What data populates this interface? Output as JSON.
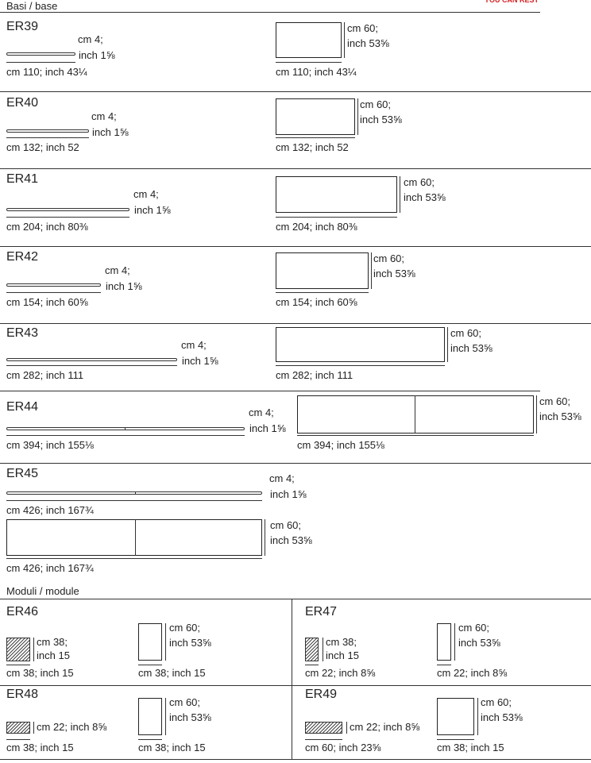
{
  "header": {
    "section_base": "Basi / base",
    "corner_note": "YOU CAN REST",
    "section_modules": "Moduli / module"
  },
  "colors": {
    "accent_red": "#d62020",
    "ink": "#222222"
  },
  "bases": [
    {
      "code": "ER39",
      "thickness_cm": "cm 4;",
      "thickness_inch": "inch 1⅝",
      "width": "cm 110; inch 43¼",
      "depth_cm": "cm 60;",
      "depth_inch": "inch 53⅝"
    },
    {
      "code": "ER40",
      "thickness_cm": "cm 4;",
      "thickness_inch": "inch 1⅝",
      "width": "cm 132; inch 52",
      "depth_cm": "cm 60;",
      "depth_inch": "inch 53⅝"
    },
    {
      "code": "ER41",
      "thickness_cm": "cm 4;",
      "thickness_inch": "inch 1⅝",
      "width": "cm 204; inch 80⅜",
      "depth_cm": "cm 60;",
      "depth_inch": "inch 53⅝"
    },
    {
      "code": "ER42",
      "thickness_cm": "cm 4;",
      "thickness_inch": "inch 1⅝",
      "width": "cm 154; inch 60⅝",
      "depth_cm": "cm 60;",
      "depth_inch": "inch 53⅝"
    },
    {
      "code": "ER43",
      "thickness_cm": "cm 4;",
      "thickness_inch": "inch 1⅝",
      "width": "cm 282; inch 111",
      "depth_cm": "cm 60;",
      "depth_inch": "inch 53⅝"
    },
    {
      "code": "ER44",
      "thickness_cm": "cm 4;",
      "thickness_inch": "inch 1⅝",
      "width": "cm 394; inch 155⅛",
      "depth_cm": "cm 60;",
      "depth_inch": "inch 53⅝"
    },
    {
      "code": "ER45",
      "thickness_cm": "cm 4;",
      "thickness_inch": "inch 1⅝",
      "width": "cm 426; inch 167¾",
      "depth_cm": "cm 60;",
      "depth_inch": "inch 53⅝"
    }
  ],
  "modules": [
    {
      "code": "ER46",
      "section_l1": "cm 38;",
      "section_l2": "inch 15",
      "section_width": "cm 38; inch 15",
      "front_cm": "cm 60;",
      "front_inch": "inch 53⅝",
      "front_width": "cm 38; inch 15"
    },
    {
      "code": "ER47",
      "section_l1": "cm 38;",
      "section_l2": "inch 15",
      "section_width": "cm 22; inch 8⅝",
      "front_cm": "cm 60;",
      "front_inch": "inch 53⅝",
      "front_width": "cm 22; inch 8⅝"
    },
    {
      "code": "ER48",
      "section_l1": "cm 22; inch 8⅝",
      "section_l2": "",
      "section_width": "cm 38; inch 15",
      "front_cm": "cm 60;",
      "front_inch": "inch 53⅝",
      "front_width": "cm 38; inch 15"
    },
    {
      "code": "ER49",
      "section_l1": "cm 22; inch 8⅝",
      "section_l2": "",
      "section_width": "cm 60; inch 23⅝",
      "front_cm": "cm 60;",
      "front_inch": "inch 53⅝",
      "front_width": "cm 38; inch 15"
    }
  ]
}
